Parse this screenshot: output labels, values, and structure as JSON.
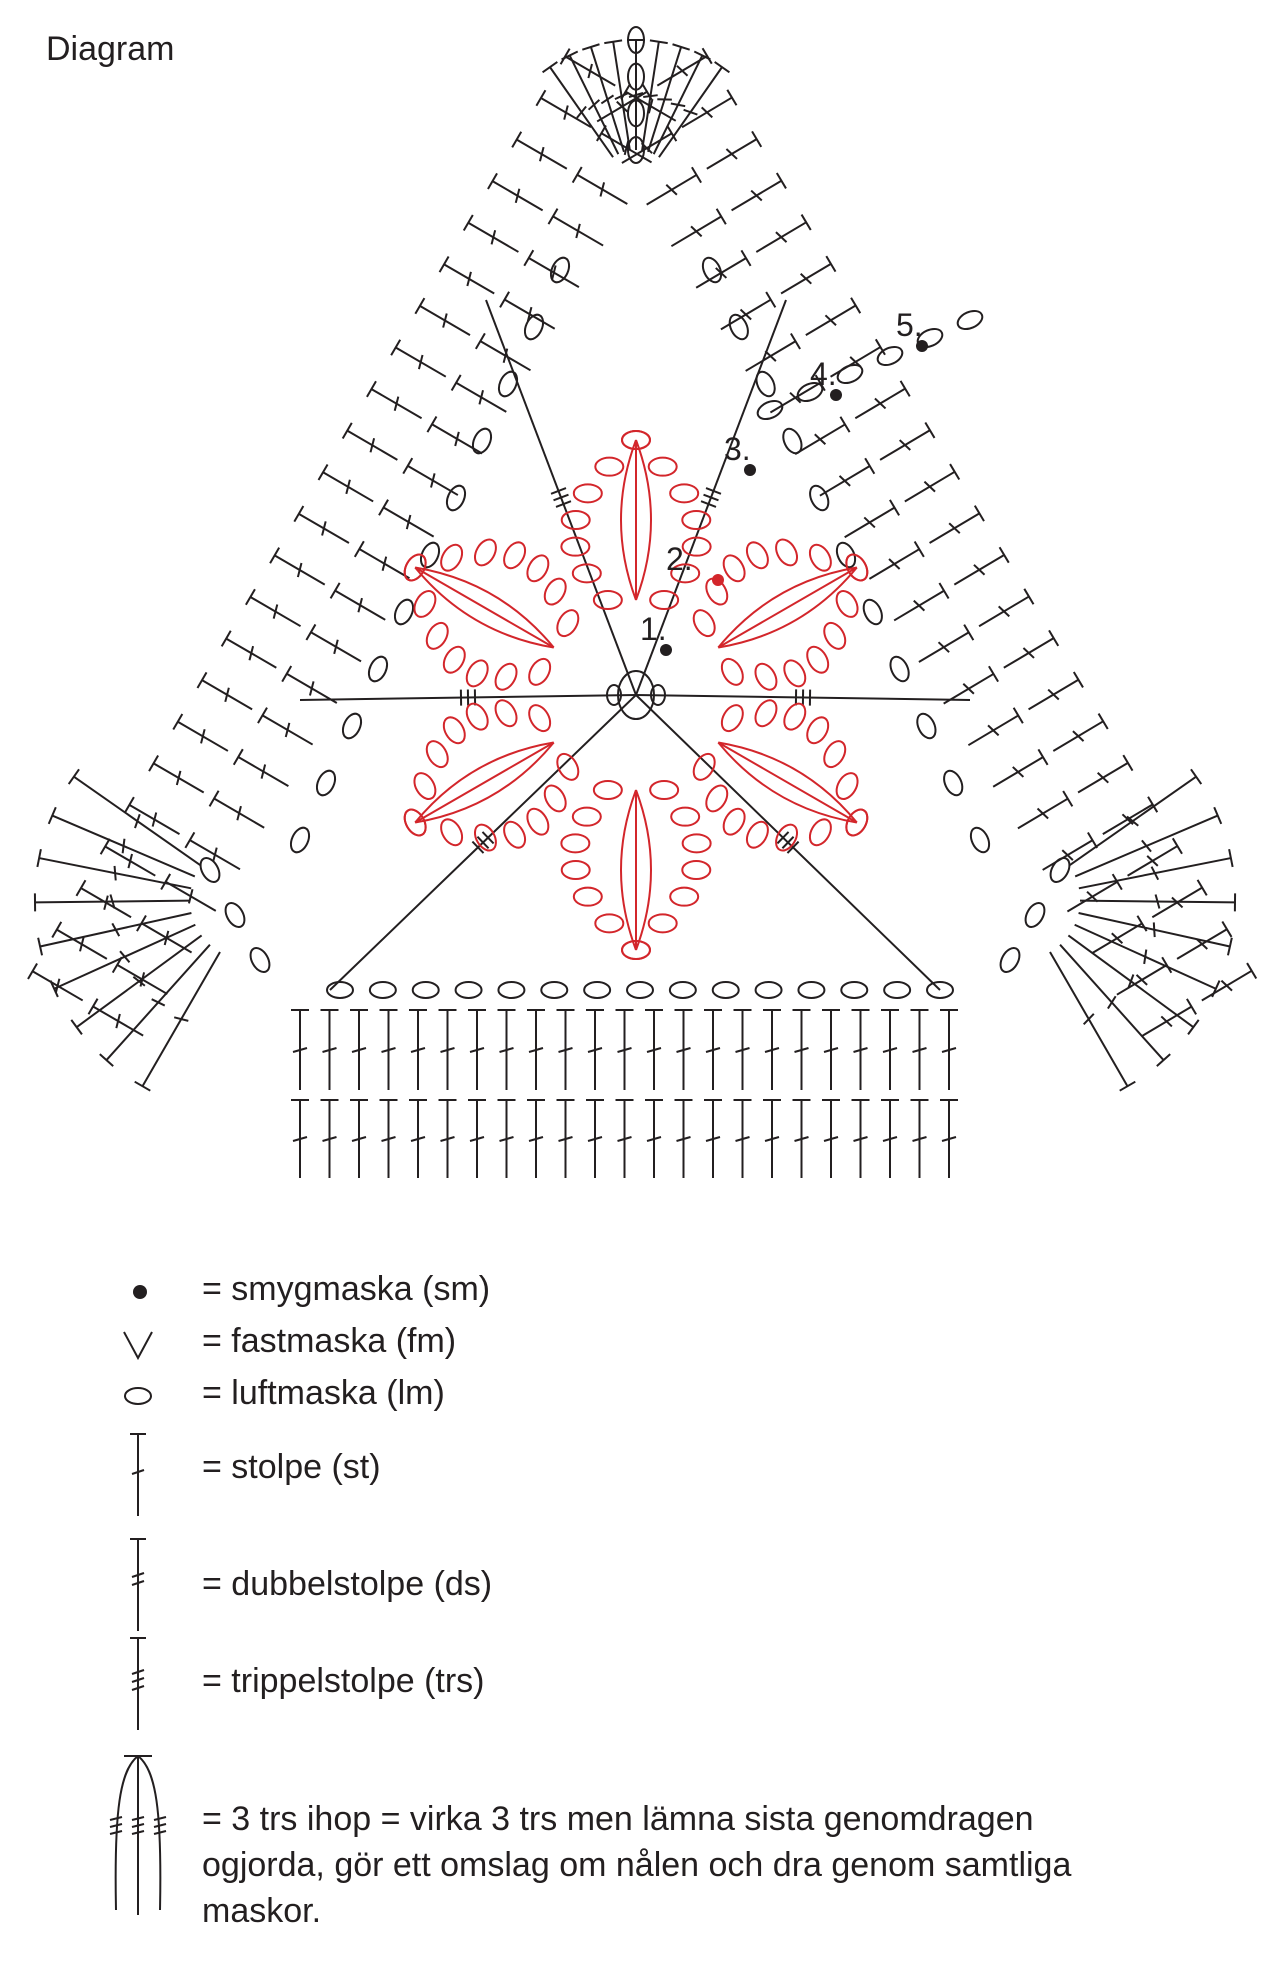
{
  "title": "Diagram",
  "round_labels": [
    "1.",
    "2.",
    "3.",
    "4.",
    "5."
  ],
  "colors": {
    "ink": "#231f20",
    "accent": "#d3262b"
  },
  "legend": [
    {
      "symbol": "slip-stitch-dot",
      "text": "= smygmaska (sm)"
    },
    {
      "symbol": "single-crochet-v",
      "text": "= fastmaska (fm)"
    },
    {
      "symbol": "chain-oval",
      "text": "= luftmaska (lm)"
    },
    {
      "symbol": "treble-stitch",
      "text": "= stolpe (st)"
    },
    {
      "symbol": "double-treble-stitch",
      "text": "= dubbelstolpe (ds)"
    },
    {
      "symbol": "triple-treble-stitch",
      "text": "= trippelstolpe (trs)"
    },
    {
      "symbol": "three-trs-cluster",
      "text": "= 3 trs ihop =   virka 3 trs men lämna sista genomdragen ogjorda, gör ett omslag om nålen och dra genom samtliga maskor."
    }
  ]
}
